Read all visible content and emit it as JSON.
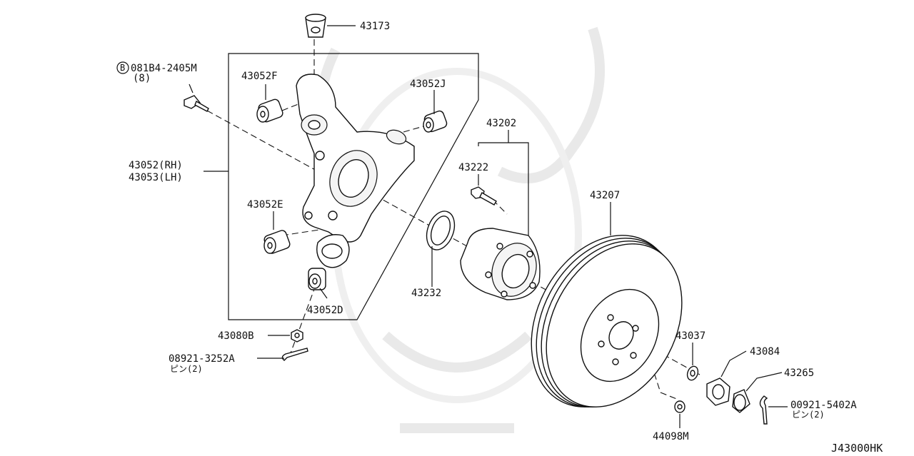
{
  "diagram_code": "J43000HK",
  "labels": {
    "p43173": "43173",
    "bolt_spec": "081B4-2405M",
    "bolt_qty": "(8)",
    "bolt_badge": "B",
    "p43052F": "43052F",
    "p43052J": "43052J",
    "p43052_rh": "43052(RH)",
    "p43053_lh": "43053(LH)",
    "p43052E": "43052E",
    "p43052D": "43052D",
    "p43080B": "43080B",
    "pin1": "08921-3252A",
    "pin1_sub": "ピン(2)",
    "p43202": "43202",
    "p43222": "43222",
    "p43232": "43232",
    "p43207": "43207",
    "p43037": "43037",
    "p43084": "43084",
    "p43265": "43265",
    "pin2": "00921-5402A",
    "pin2_sub": "ピン(2)",
    "p44098M": "44098M"
  }
}
